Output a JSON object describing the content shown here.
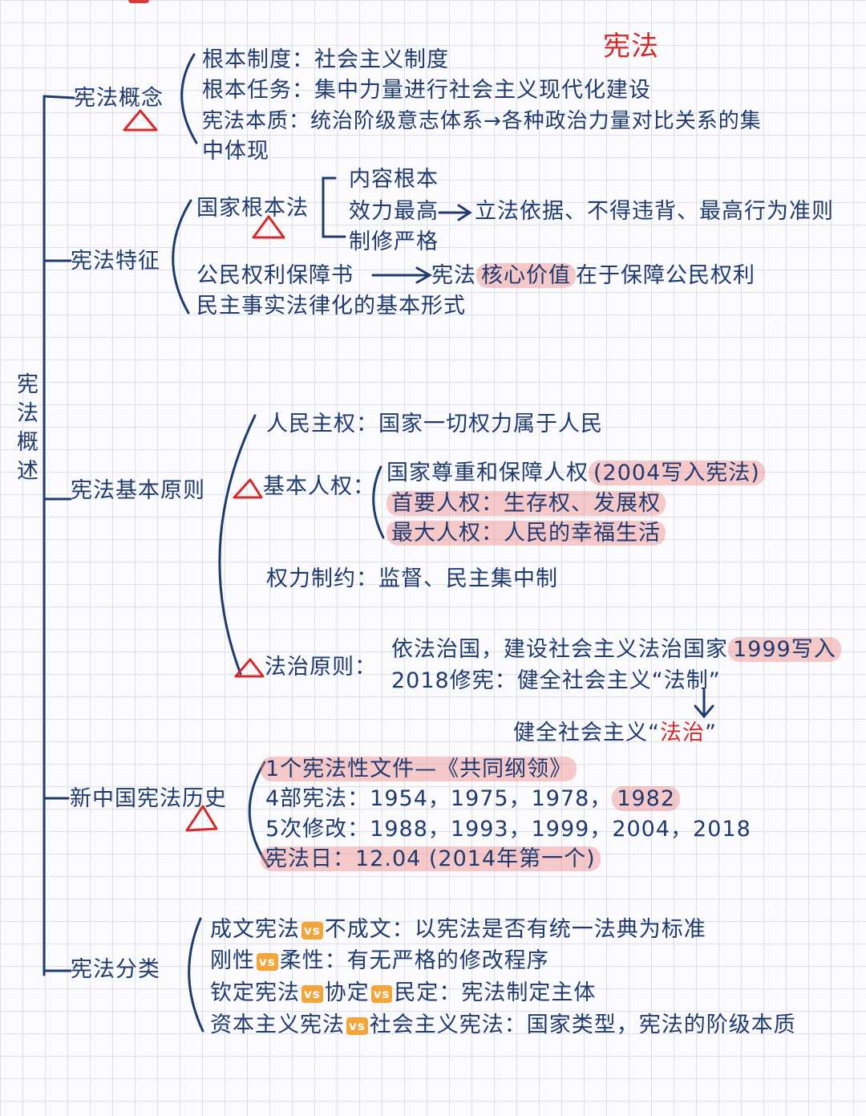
{
  "title": "宪法",
  "root": "宪法概述",
  "concept": {
    "label": "宪法概念",
    "items": [
      "根本制度：社会主义制度",
      "根本任务：集中力量进行社会主义现代化建设",
      "宪法本质：统治阶级意志体系→各种政治力量对比关系的集",
      "中体现"
    ]
  },
  "features": {
    "label": "宪法特征",
    "fundamental_law": "国家根本法",
    "sub": [
      "内容根本",
      "效力最高",
      "制修严格"
    ],
    "supreme_result": "立法依据、不得违背、最高行为准则",
    "rights_charter": "公民权利保障书",
    "rights_result_a": "宪法",
    "rights_result_b": "核心价值",
    "rights_result_c": "在于保障公民权利",
    "democracy": "民主事实法律化的基本形式"
  },
  "principles": {
    "label": "宪法基本原则",
    "sovereignty": "人民主权：国家一切权力属于人民",
    "human_rights_label": "基本人权：",
    "hr_1": "国家尊重和保障人权",
    "hr_1_note": "(2004写入宪法)",
    "hr_2": "首要人权：生存权、发展权",
    "hr_3": "最大人权：人民的幸福生活",
    "power": "权力制约：监督、民主集中制",
    "rule_label": "法治原则：",
    "rule_1": "依法治国，建设社会主义法治国家",
    "rule_1_note": "1999写入",
    "rule_2": "2018修宪：健全社会主义“法制”",
    "rule_3a": "健全社会主义“",
    "rule_3b": "法治",
    "rule_3c": "”"
  },
  "history": {
    "label": "新中国宪法历史",
    "doc": "1个宪法性文件—《共同纲领》",
    "four_a": "4部宪法：1954，1975，1978，",
    "four_b": "1982",
    "five": "5次修改：1988，1993，1999，2004，2018",
    "day": "宪法日：12.04 (2014年第一个)"
  },
  "classification": {
    "label": "宪法分类",
    "vs": "vs",
    "r1a": "成文宪法",
    "r1b": "不成文：以宪法是否有统一法典为标准",
    "r2a": "刚性",
    "r2b": "柔性：有无严格的修改程序",
    "r3a": "钦定宪法",
    "r3b": "协定",
    "r3c": "民定：宪法制定主体",
    "r4a": "资本主义宪法",
    "r4b": "社会主义宪法：国家类型，宪法的阶级本质"
  },
  "colors": {
    "ink": "#1f3a6e",
    "accent": "#d42a2a",
    "highlight": "#ec8080",
    "vs_badge": "#f3a53a"
  }
}
